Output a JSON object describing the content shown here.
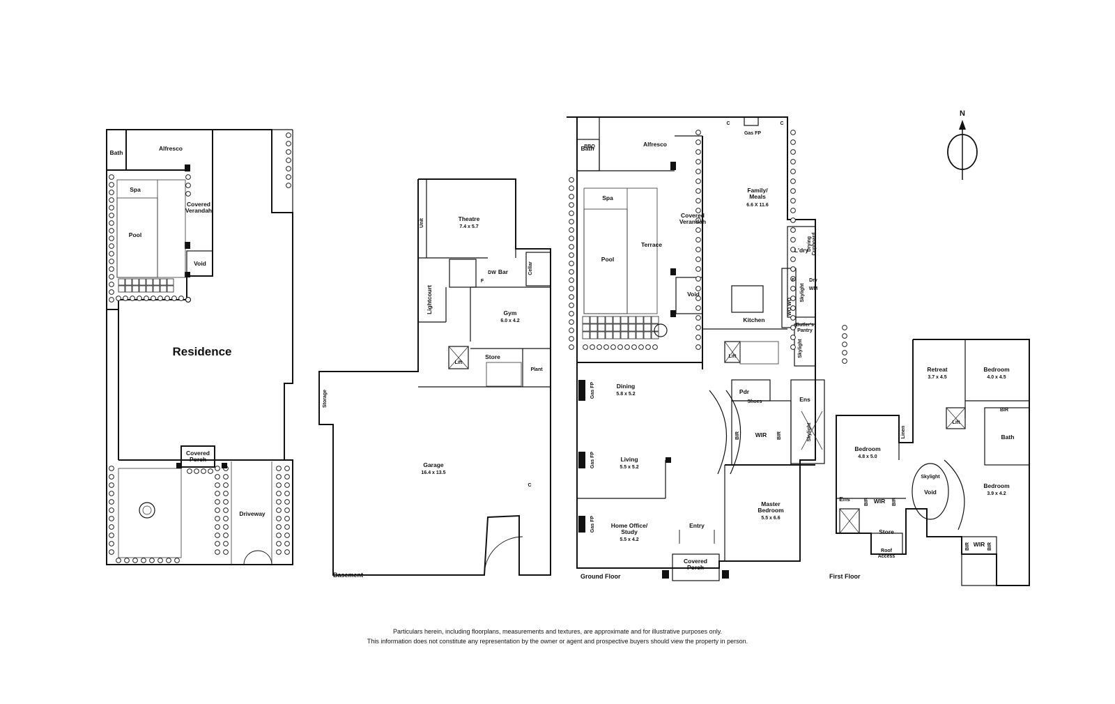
{
  "site_plan": {
    "residence": "Residence",
    "bath": "Bath",
    "alfresco": "Alfresco",
    "spa": "Spa",
    "pool": "Pool",
    "covered_verandah": [
      "Covered",
      "Verandah"
    ],
    "void": "Void",
    "covered_porch": [
      "Covered",
      "Porch"
    ],
    "driveway": "Driveway"
  },
  "basement": {
    "caption": "Basement",
    "theatre": {
      "name": "Theatre",
      "dims": "7.4 x 5.7"
    },
    "unit": "Unit",
    "dw": "DW",
    "bar": "Bar",
    "cellar": "Cellar",
    "f": "F",
    "lightcourt": "Lightcourt",
    "gym": {
      "name": "Gym",
      "dims": "6.0 x 4.2"
    },
    "lift": "Lift",
    "store": "Store",
    "plant": "Plant",
    "storage": "Storage",
    "garage": {
      "name": "Garage",
      "dims": "16.4 x 13.5"
    },
    "c": "C"
  },
  "ground_floor": {
    "caption": "Ground Floor",
    "bath": "Bath",
    "bbq": "BBQ",
    "alfresco": "Alfresco",
    "c": "C",
    "gas_fp": "Gas FP",
    "family_meals": {
      "name": [
        "Family/",
        "Meals"
      ],
      "dims": "6.6 X 11.6"
    },
    "spa": "Spa",
    "covered_verandah": [
      "Covered",
      "Verandah"
    ],
    "pool": "Pool",
    "terrace": "Terrace",
    "void": "Void",
    "laundry": "L'dry",
    "drying_cupboard": [
      "Drying",
      "Cupboard"
    ],
    "skylight": "Skylight",
    "f": "F",
    "dry": "Dry",
    "wm": "WM",
    "wo": "WO WO",
    "kitchen": "Kitchen",
    "butlers_pantry": [
      "Butler's",
      "Pantry"
    ],
    "lift": "Lift",
    "dining": {
      "name": "Dining",
      "dims": "5.8 x 5.2"
    },
    "pdr": "Pdr",
    "shoes": "Shoes",
    "ens": "Ens",
    "wir": "WIR",
    "bir": "BIR",
    "living": {
      "name": "Living",
      "dims": "5.5 x 5.2"
    },
    "home_office": {
      "name": [
        "Home Office/",
        "Study"
      ],
      "dims": "5.5 x 4.2"
    },
    "entry": "Entry",
    "master_bedroom": {
      "name": [
        "Master",
        "Bedroom"
      ],
      "dims": "5.5 x 6.6"
    },
    "covered_porch": [
      "Covered",
      "Porch"
    ]
  },
  "first_floor": {
    "caption": "First Floor",
    "retreat": {
      "name": "Retreat",
      "dims": "3.7 x 4.5"
    },
    "bedroom_ne": {
      "name": "Bedroom",
      "dims": "4.0 x 4.5"
    },
    "bir": "BIR",
    "lift": "Lift",
    "bath": "Bath",
    "linen": "Linen",
    "bedroom_w": {
      "name": "Bedroom",
      "dims": "4.8 x 5.0"
    },
    "skylight": "Skylight",
    "void": "Void",
    "bedroom_se": {
      "name": "Bedroom",
      "dims": "3.9 x 4.2"
    },
    "ens": "Ens",
    "wir": "WIR",
    "store": "Store",
    "roof_access": [
      "Roof",
      "Access"
    ]
  },
  "compass": {
    "north": "N"
  },
  "disclaimer": [
    "Particulars herein, including floorplans, measurements and textures, are approximate and for illustrative purposes only.",
    "This information does not constitute any representation by the owner or agent and prospective buyers should view the property in person."
  ]
}
